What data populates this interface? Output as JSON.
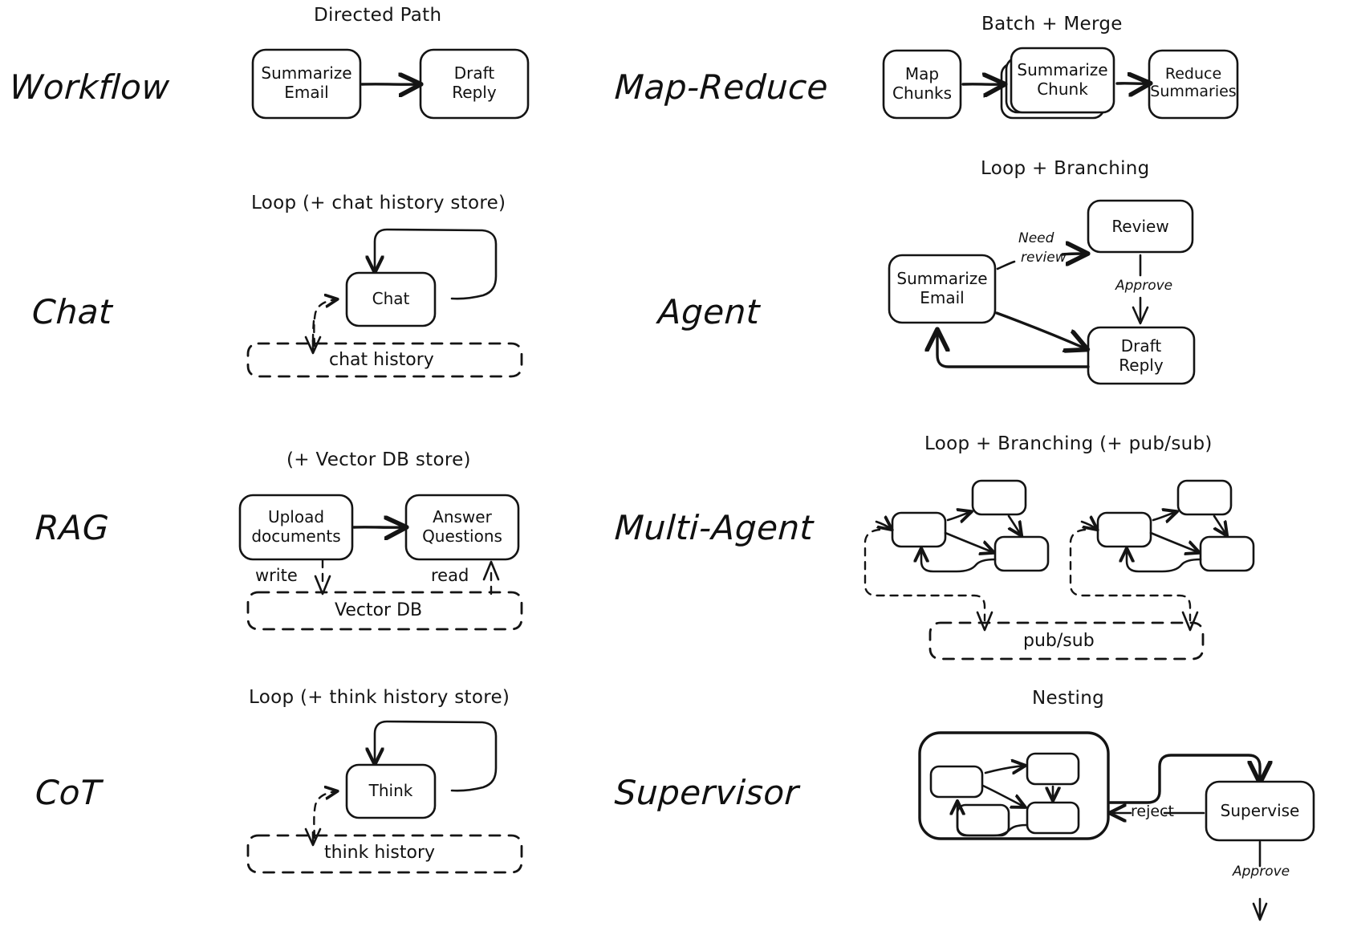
{
  "diagram": {
    "title_style": "hand-drawn whiteboard sketch",
    "ink_color": "#141414",
    "background_color": "#ffffff"
  },
  "rows": [
    {
      "label": "Workflow",
      "caption": "Directed Path",
      "nodes": [
        "Summarize\nEmail",
        "Draft\nReply"
      ]
    },
    {
      "label": "Map-Reduce",
      "caption": "Batch + Merge",
      "nodes": [
        "Map\nChunks",
        "Summarize\nChunk",
        "Reduce\nSummaries"
      ]
    },
    {
      "label": "Chat",
      "caption": "Loop (+ chat history store)",
      "nodes": [
        "Chat"
      ],
      "store": "chat history"
    },
    {
      "label": "Agent",
      "caption": "Loop + Branching",
      "nodes": [
        "Summarize\nEmail",
        "Review",
        "Draft\nReply"
      ],
      "edge_labels": [
        "Need\nreview",
        "Approve"
      ]
    },
    {
      "label": "RAG",
      "caption": "(+ Vector DB store)",
      "nodes": [
        "Upload\ndocuments",
        "Answer\nQuestions"
      ],
      "store": "Vector DB",
      "edge_labels": [
        "write",
        "read"
      ]
    },
    {
      "label": "Multi-Agent",
      "caption": "Loop + Branching (+ pub/sub)",
      "nodes": [],
      "store": "pub/sub"
    },
    {
      "label": "CoT",
      "caption": "Loop (+ think history store)",
      "nodes": [
        "Think"
      ],
      "store": "think history"
    },
    {
      "label": "Supervisor",
      "caption": "Nesting",
      "nodes": [
        "Supervise"
      ],
      "edge_labels": [
        "reject",
        "Approve"
      ]
    }
  ],
  "labels": {
    "workflow": "Workflow",
    "map_reduce": "Map-Reduce",
    "chat": "Chat",
    "agent": "Agent",
    "rag": "RAG",
    "multi_agent": "Multi-Agent",
    "cot": "CoT",
    "supervisor": "Supervisor"
  },
  "captions": {
    "directed_path": "Directed Path",
    "batch_merge": "Batch + Merge",
    "loop_chat": "Loop (+ chat history store)",
    "loop_branching": "Loop + Branching",
    "vector_db_store": "(+ Vector DB store)",
    "loop_branching_pubsub": "Loop + Branching (+ pub/sub)",
    "loop_think": "Loop (+ think history store)",
    "nesting": "Nesting"
  },
  "nodes": {
    "summarize_email_1": "Summarize\nEmail",
    "draft_reply_1": "Draft\nReply",
    "map_chunks": "Map\nChunks",
    "summarize_chunk": "Summarize\nChunk",
    "reduce_summaries": "Reduce\nSummaries",
    "chat": "Chat",
    "summarize_email_2": "Summarize\nEmail",
    "review": "Review",
    "draft_reply_2": "Draft\nReply",
    "upload_documents": "Upload\ndocuments",
    "answer_questions": "Answer\nQuestions",
    "think": "Think",
    "supervise": "Supervise"
  },
  "stores": {
    "chat_history": "chat history",
    "vector_db": "Vector DB",
    "pub_sub": "pub/sub",
    "think_history": "think history"
  },
  "edge_labels": {
    "need_review": "Need",
    "need_review_2": "review",
    "approve_agent": "Approve",
    "write": "write",
    "read": "read",
    "reject": "reject",
    "approve_supervisor": "Approve"
  }
}
